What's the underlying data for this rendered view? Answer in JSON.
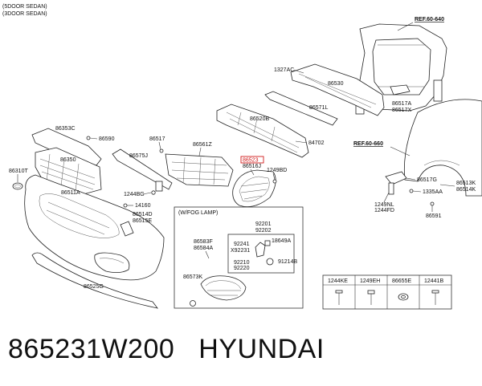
{
  "header": {
    "line1": "(5DOOR SEDAN)",
    "line2": "(3DOOR SEDAN)"
  },
  "refs": {
    "top": "REF.60-640",
    "side": "REF.60-660"
  },
  "labels": {
    "l1327ac": "1327AC",
    "l86530": "86530",
    "l86571l": "86571L",
    "l86517a": "86517A",
    "l86517x": "86517X",
    "l86520b": "86520B",
    "l84702": "84702",
    "l86353c": "86353C",
    "l86590": "86590",
    "l86517": "86517",
    "l86561z": "86561Z",
    "l86575j": "86575J",
    "l86350": "86350",
    "l86523": "86523",
    "l86516j": "86516J",
    "l1249bd": "1249BD",
    "l86310t": "86310T",
    "l86511a": "86511A",
    "l1244bg": "1244BG",
    "l14160": "14160",
    "l86514d": "86514D",
    "l86515e": "86515E",
    "l86517g": "86517G",
    "l86513k": "86513K",
    "l86514k": "86514K",
    "l1335aa": "1335AA",
    "l1249nl": "1249NL",
    "l1244fd": "1244FD",
    "l86591": "86591",
    "l86525g": "86525G"
  },
  "fog": {
    "title": "(W/FOG LAMP)",
    "l92201": "92201",
    "l92202": "92202",
    "l92241": "92241",
    "lx92231": "X92231",
    "l18649a": "18649A",
    "l92210": "92210",
    "l92220": "92220",
    "l91214b": "91214B",
    "l86583f": "86583F",
    "l86584a": "86584A",
    "l86573k": "86573K"
  },
  "fasteners": {
    "headers": [
      "1244KE",
      "1249EH",
      "86655E",
      "12441B"
    ]
  },
  "caption": {
    "part_number": "865231W200",
    "brand": "HYUNDAI"
  },
  "colors": {
    "highlight": "#d11a1a",
    "ink": "#222222"
  }
}
